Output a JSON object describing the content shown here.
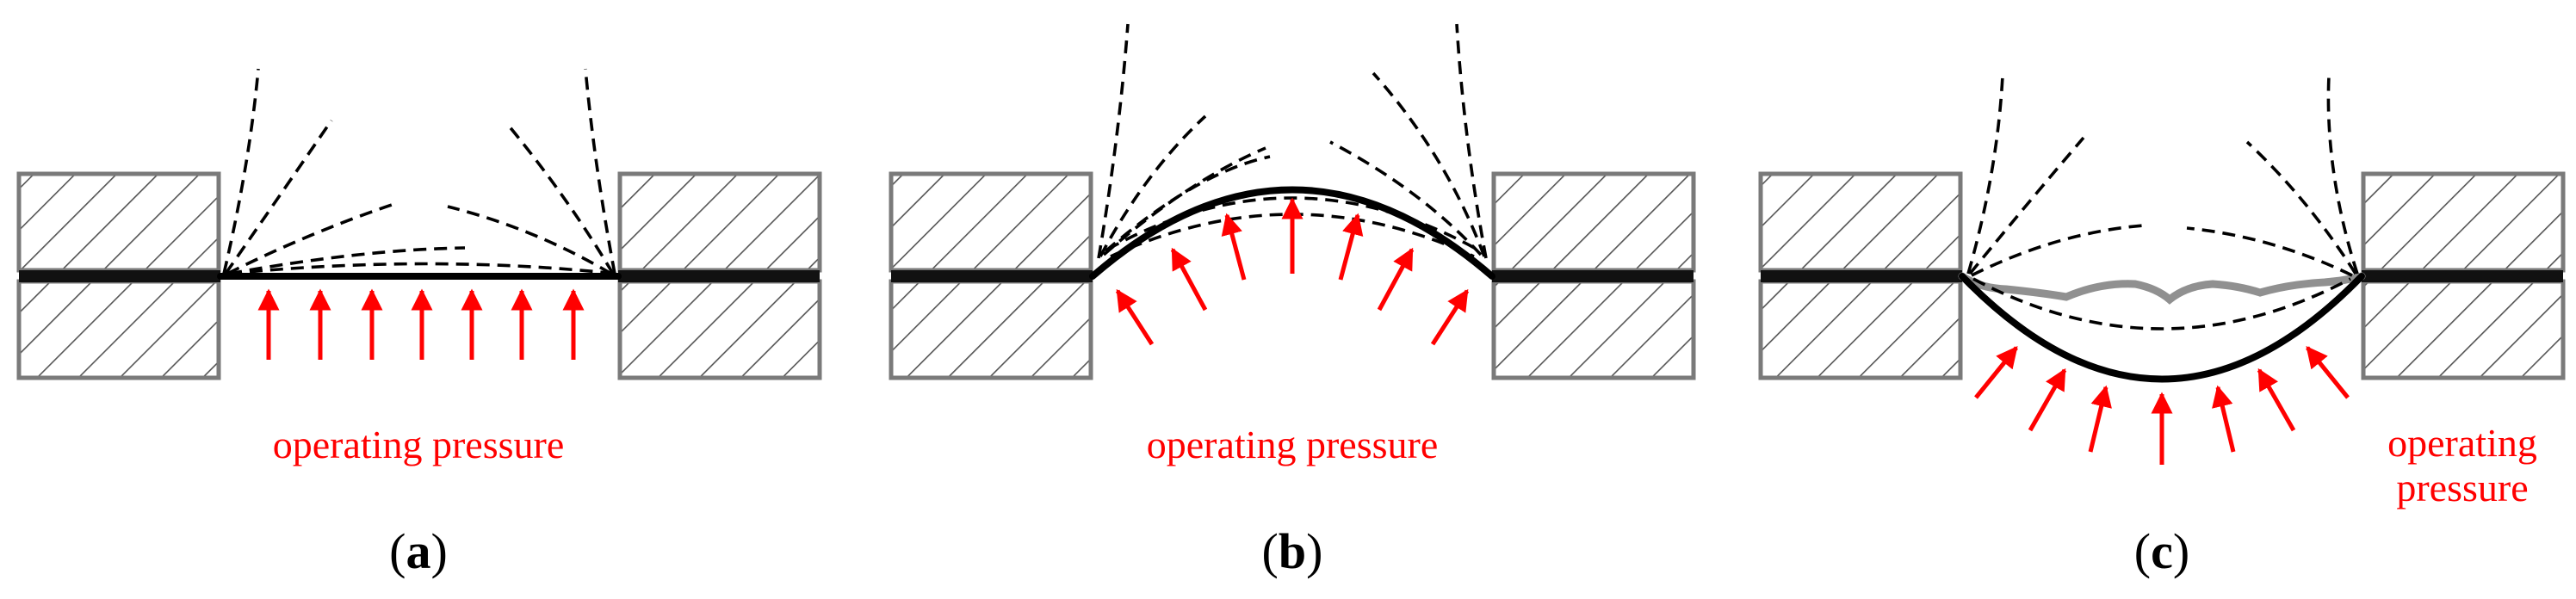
{
  "panels": [
    {
      "id": "a",
      "caption_open": "(",
      "caption_letter": "a",
      "caption_close": ")",
      "label": "operating pressure"
    },
    {
      "id": "b",
      "caption_open": "(",
      "caption_letter": "b",
      "caption_close": ")",
      "label": "operating pressure"
    },
    {
      "id": "c",
      "caption_open": "(",
      "caption_letter": "c",
      "caption_close": ")",
      "label_line1": "operating",
      "label_line2": "pressure"
    }
  ],
  "colors": {
    "pressure": "#ff0000",
    "clamp_stroke": "#7a7a7a",
    "membrane": "#000000",
    "membrane_prev": "#909090"
  }
}
